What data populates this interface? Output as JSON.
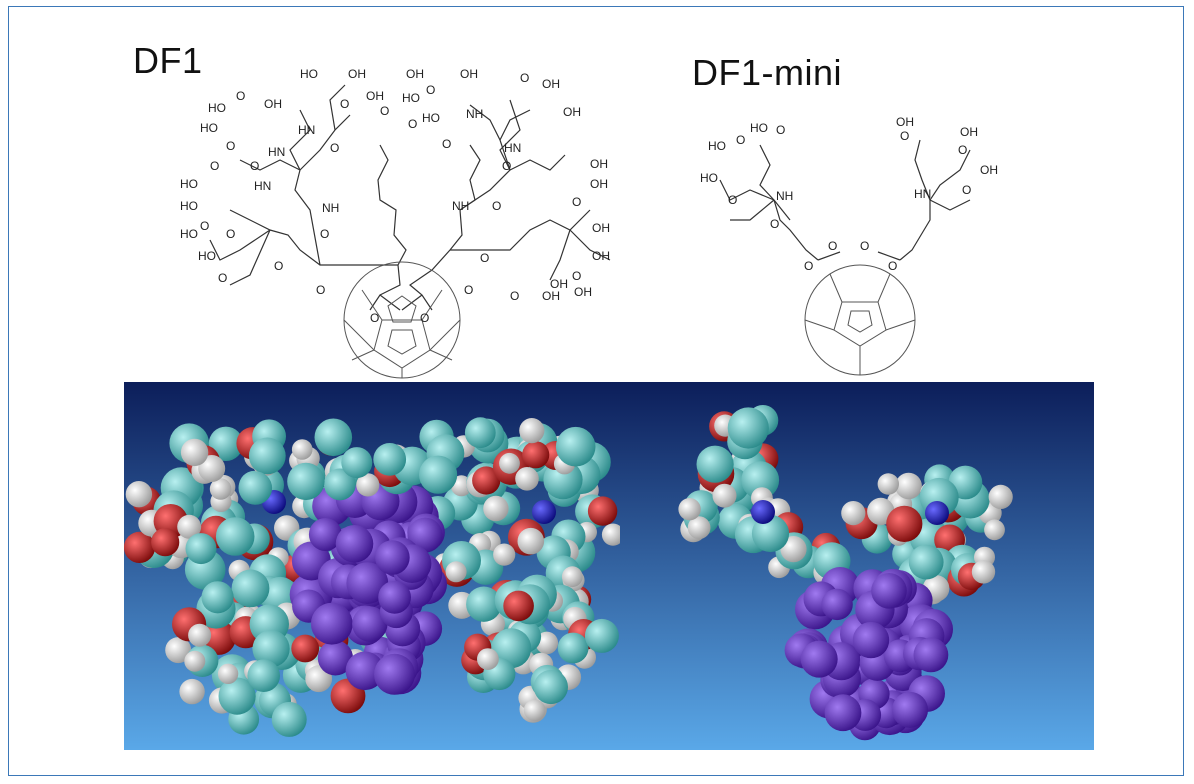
{
  "panels": {
    "left": {
      "title": "DF1",
      "groups": [
        "HO",
        "OH",
        "O",
        "HO",
        "O",
        "OH",
        "HO",
        "O",
        "OH",
        "O",
        "OH",
        "O",
        "OH",
        "HO",
        "O",
        "O",
        "OH",
        "HO",
        "O",
        "O",
        "O",
        "OH",
        "HO",
        "O",
        "OH",
        "O",
        "HO",
        "O",
        "OH",
        "O",
        "OH",
        "HO",
        "O",
        "HO",
        "O",
        "O",
        "OH",
        "O",
        "OH",
        "O",
        "O",
        "O",
        "O",
        "O",
        "O",
        "O",
        "OH",
        "O",
        "OH"
      ],
      "nh": [
        "HN",
        "HN",
        "HN",
        "NH",
        "NH",
        "NH",
        "HN"
      ]
    },
    "right": {
      "title": "DF1-mini",
      "groups": [
        "HO",
        "O",
        "HO",
        "O",
        "HO",
        "O",
        "O",
        "OH",
        "O",
        "OH",
        "O",
        "OH",
        "O",
        "O",
        "O",
        "O",
        "O"
      ],
      "nh": [
        "NH",
        "HN"
      ]
    }
  },
  "colors": {
    "carbon": "#55c0c0",
    "oxygen": "#c01818",
    "hydrogen": "#e8e8e8",
    "nitrogen": "#1010b0",
    "fullerene": "#5a2ab8",
    "background_top": "#0c1e5a",
    "background_bottom": "#5aa8e8",
    "frame": "#3b78b8"
  }
}
